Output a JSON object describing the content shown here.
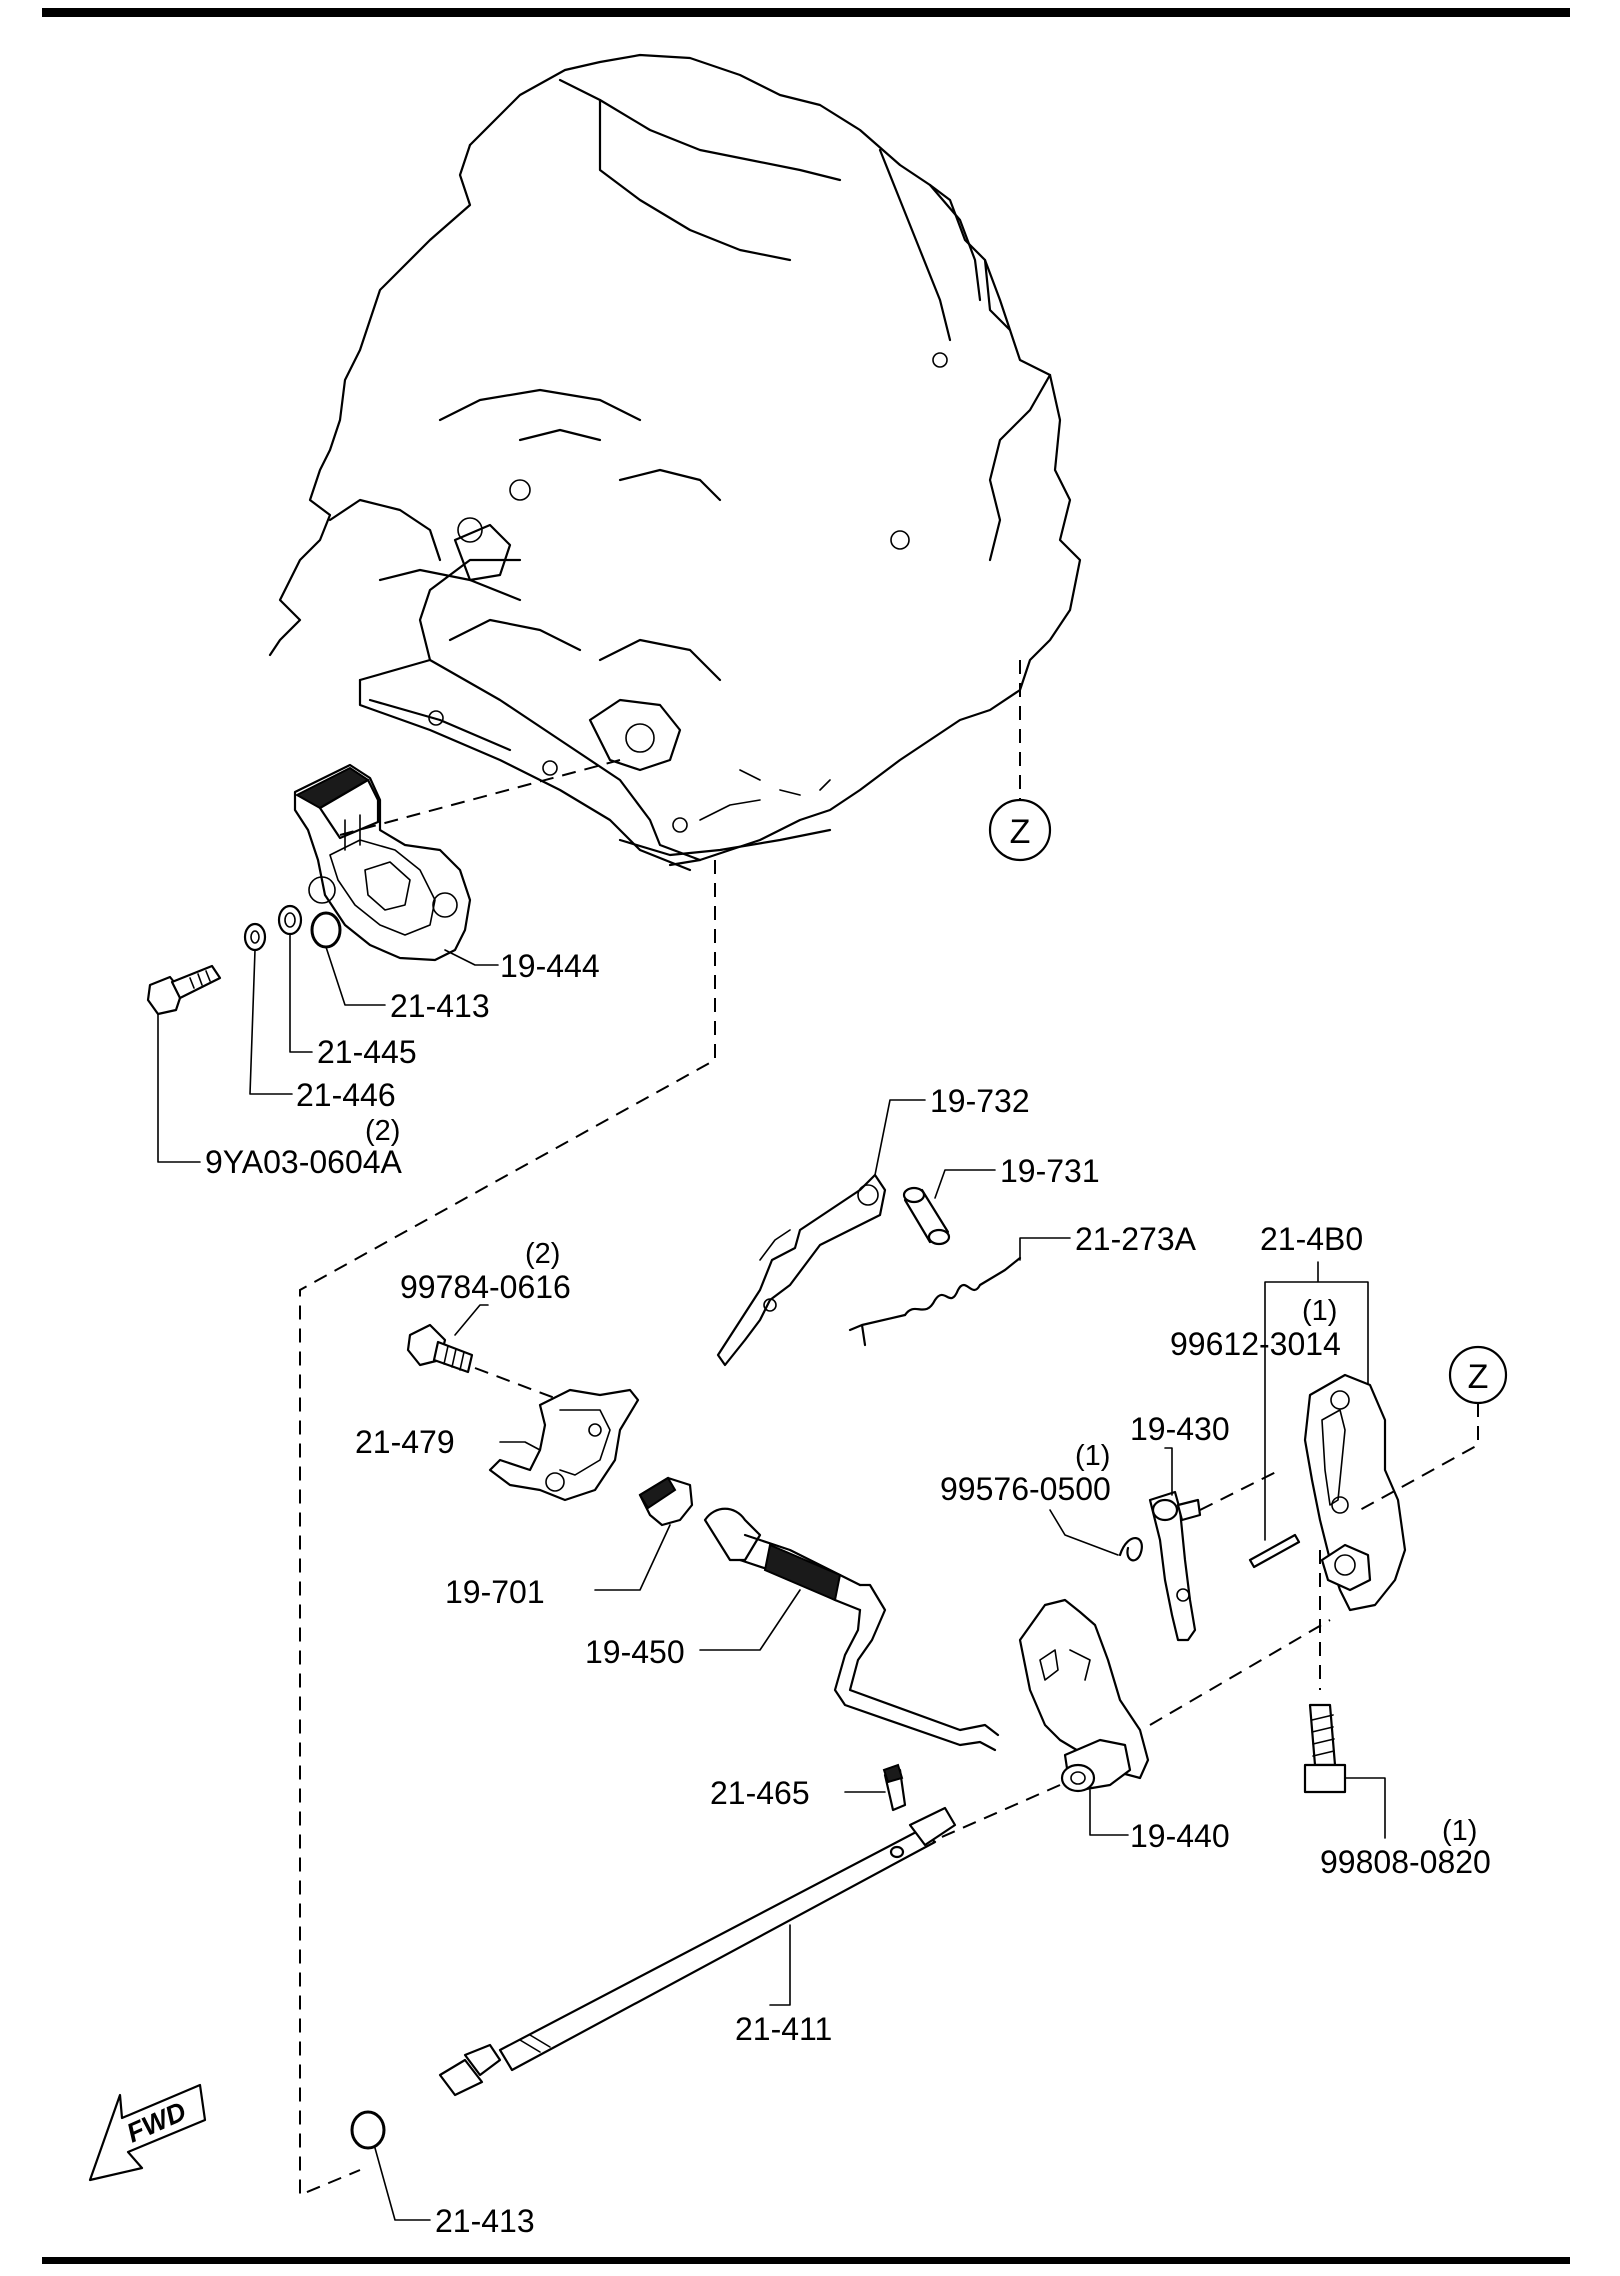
{
  "callouts": {
    "c19444": "19-444",
    "c21413a": "21-413",
    "c21445": "21-445",
    "c21446": "21-446",
    "c9ya03": "9YA03-0604A",
    "c9ya03_qty": "(2)",
    "c19732": "19-732",
    "c19731": "19-731",
    "c21273a": "21-273A",
    "c214b0": "21-4B0",
    "c99612": "99612-3014",
    "c99612_qty": "(1)",
    "c99784": "99784-0616",
    "c99784_qty": "(2)",
    "c21479": "21-479",
    "c19430": "19-430",
    "c99576": "99576-0500",
    "c99576_qty": "(1)",
    "c19701": "19-701",
    "c19450": "19-450",
    "c21465": "21-465",
    "c19440": "19-440",
    "c99808": "99808-0820",
    "c99808_qty": "(1)",
    "c21411": "21-411",
    "c21413b": "21-413"
  },
  "references": {
    "z_top": "Z",
    "z_right": "Z"
  },
  "direction": {
    "fwd": "FWD"
  }
}
